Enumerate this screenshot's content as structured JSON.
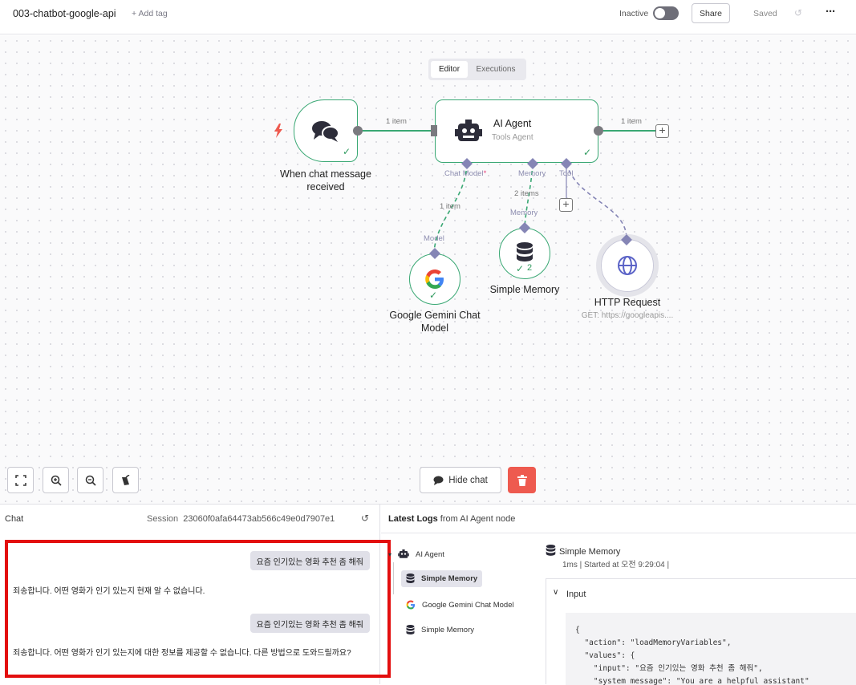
{
  "header": {
    "workflow_name": "003-chatbot-google-api",
    "add_tag": "+ Add tag",
    "status_label": "Inactive",
    "share_label": "Share",
    "saved_label": "Saved"
  },
  "tabs": [
    {
      "label": "Editor",
      "active": true
    },
    {
      "label": "Executions",
      "active": false
    }
  ],
  "nodes": {
    "trigger": {
      "title": "When chat message received"
    },
    "agent": {
      "title": "AI Agent",
      "subtitle": "Tools Agent"
    },
    "gemini": {
      "title": "Google Gemini Chat Model"
    },
    "memory": {
      "title": "Simple Memory",
      "count": "2"
    },
    "http": {
      "title": "HTTP Request",
      "subtitle": "GET: https://googleapis...."
    }
  },
  "connections": {
    "trigger_to_agent": "1 item",
    "agent_out": "1 item",
    "model_items": "1 item",
    "memory_items": "2 items"
  },
  "ports": {
    "chat_model": "Chat Model",
    "memory": "Memory",
    "tool": "Tool",
    "model_in": "Model",
    "memory_in": "Memory"
  },
  "controls": {
    "hide_chat": "Hide chat"
  },
  "chat": {
    "title": "Chat",
    "session_label": "Session",
    "session_id": "23060f0afa64473ab566c49e0d7907e1",
    "messages": [
      {
        "role": "user",
        "text": "요즘 인기있는 영화 추천 좀 해줘"
      },
      {
        "role": "bot",
        "text": "죄송합니다. 어떤 영화가 인기 있는지 현재 알 수 없습니다."
      },
      {
        "role": "user",
        "text": "요즘 인기있는 영화 추천 좀 해줘"
      },
      {
        "role": "bot",
        "text": "죄송합니다. 어떤 영화가 인기 있는지에 대한 정보를 제공할 수 없습니다. 다른 방법으로 도와드릴까요?"
      }
    ]
  },
  "logs": {
    "title_bold": "Latest Logs",
    "title_rest": " from AI Agent node",
    "tree": [
      {
        "label": "AI Agent",
        "icon": "robot-icon"
      },
      {
        "label": "Simple Memory",
        "icon": "database-icon",
        "selected": true
      },
      {
        "label": "Google Gemini Chat Model",
        "icon": "google-icon"
      },
      {
        "label": "Simple Memory",
        "icon": "database-icon"
      }
    ],
    "detail_title": "Simple Memory",
    "detail_meta": "1ms | Started at 오전 9:29:04 |",
    "input_label": "Input",
    "code_lines": [
      "{",
      "  \"action\": \"loadMemoryVariables\",",
      "  \"values\": {",
      "    \"input\": \"요즘 인기있는 영화 추천 좀 해줘\",",
      "    \"system_message\": \"You are a helpful assistant\""
    ]
  },
  "colors": {
    "success": "#3aa874",
    "port": "#8585b5",
    "danger": "#ee5a4f",
    "highlight": "#e30e0e"
  }
}
